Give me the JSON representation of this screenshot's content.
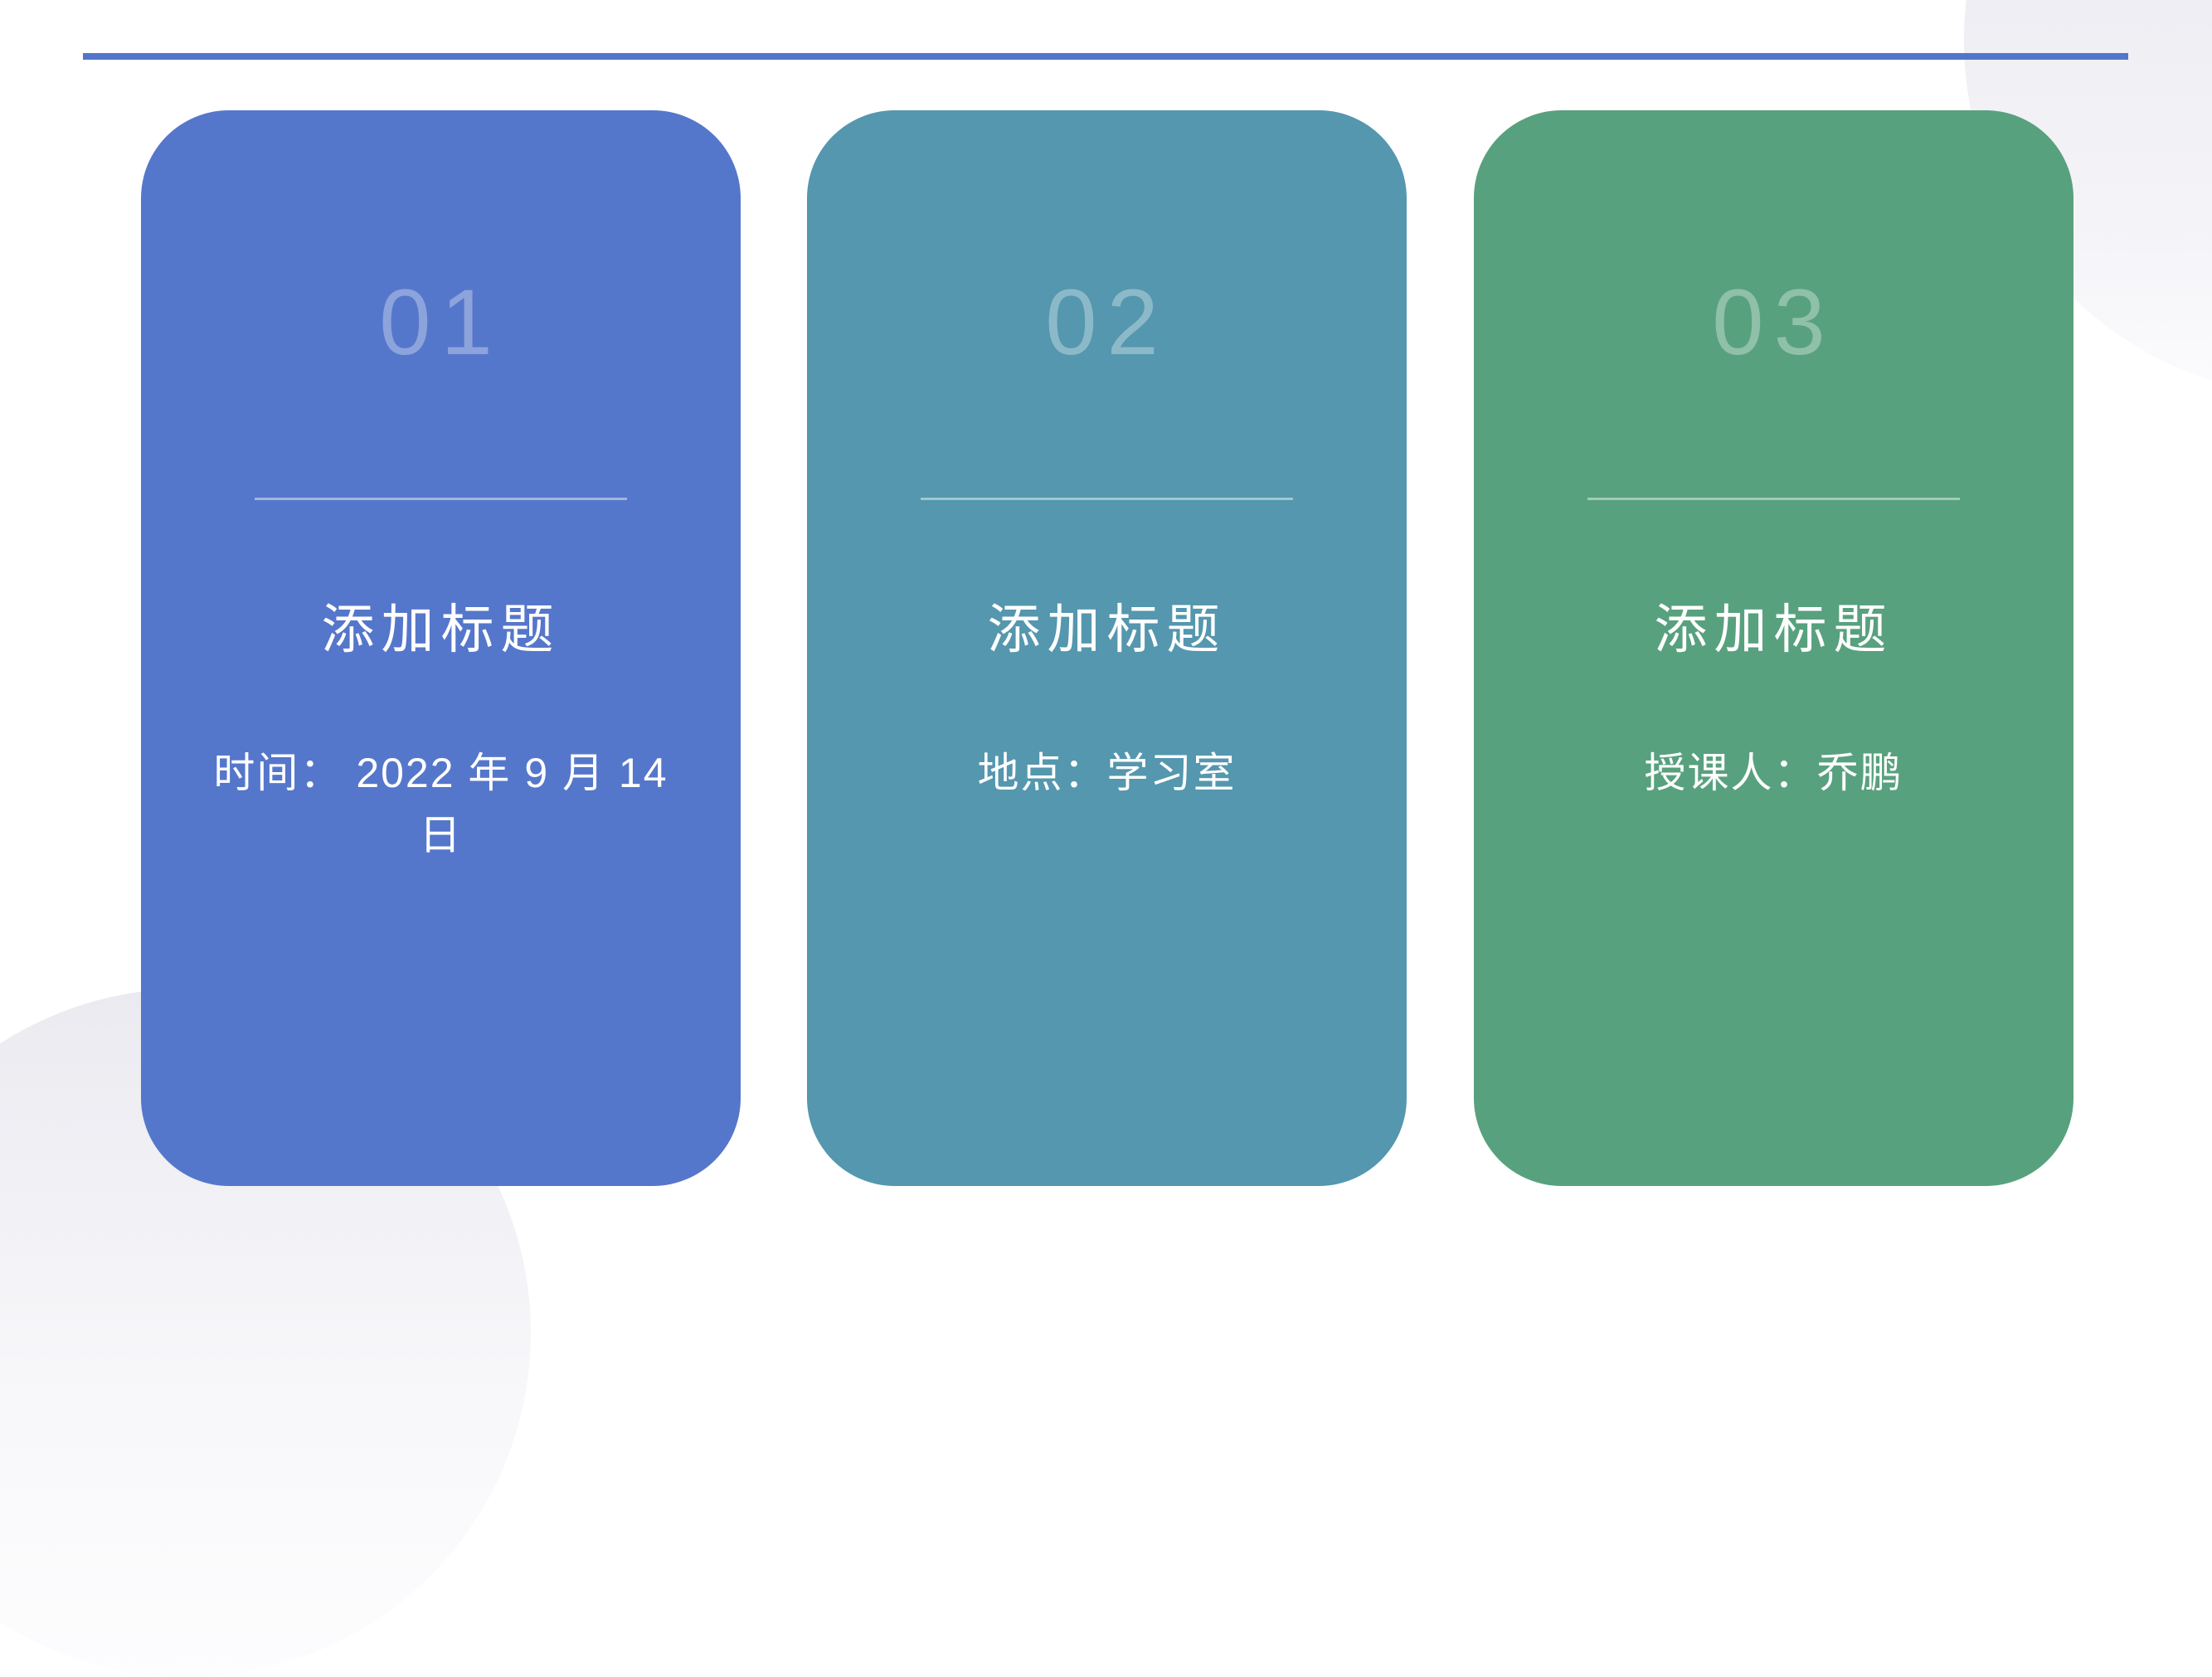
{
  "slide": {
    "background": "#ffffff",
    "accent_line_color": "#5276cb",
    "decor_blob_color": "#ededf2"
  },
  "cards": [
    {
      "number": "01",
      "title": "添加标题",
      "body_line1": "时间： 2022 年 9 月 14",
      "body_line2": "日",
      "color": "#5577cb",
      "number_color": "rgba(255,255,255,0.33)"
    },
    {
      "number": "02",
      "title": "添加标题",
      "body_line1": "地点：学习室",
      "body_line2": "",
      "color": "#5497ae",
      "number_color": "rgba(255,255,255,0.33)"
    },
    {
      "number": "03",
      "title": "添加标题",
      "body_line1": "授课人：乔鹏",
      "body_line2": "",
      "color": "#58a17e",
      "number_color": "rgba(255,255,255,0.33)"
    }
  ]
}
